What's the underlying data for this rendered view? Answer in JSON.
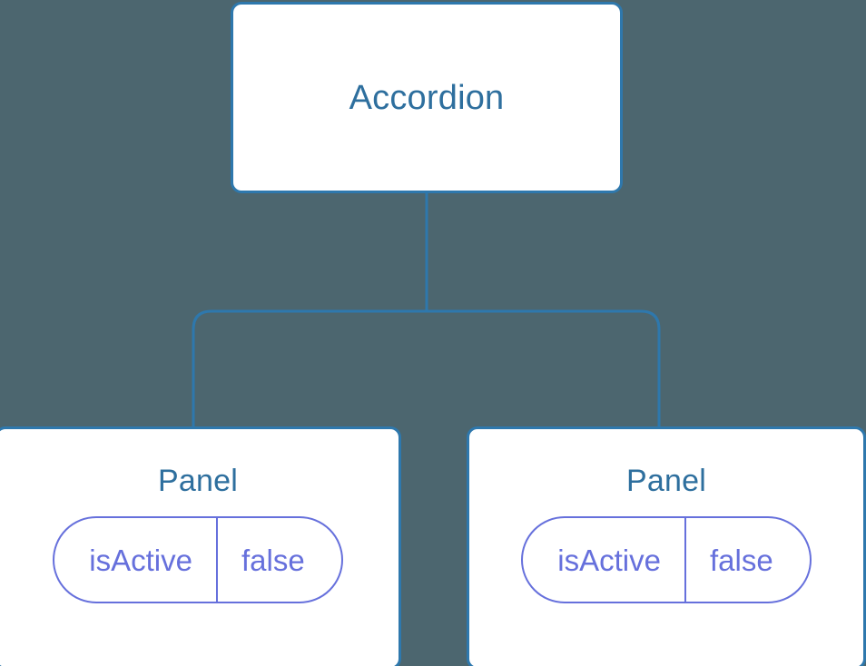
{
  "diagram": {
    "type": "component-tree",
    "background_color": "#4C666F",
    "node_border_color": "#2E78AD",
    "node_title_color": "#2E6F9E",
    "prop_color": "#6670DC",
    "connector_color": "#2E78AD",
    "root": {
      "title": "Accordion"
    },
    "children": [
      {
        "title": "Panel",
        "props": [
          {
            "key": "isActive",
            "value": "false"
          }
        ]
      },
      {
        "title": "Panel",
        "props": [
          {
            "key": "isActive",
            "value": "false"
          }
        ]
      }
    ]
  }
}
